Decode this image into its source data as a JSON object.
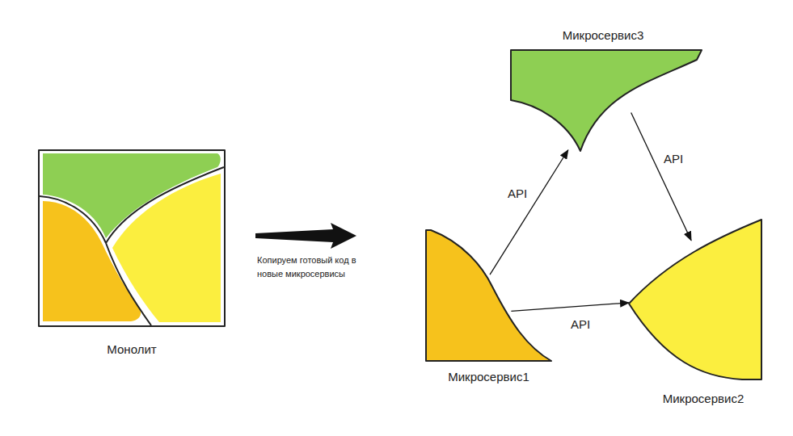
{
  "diagram": {
    "nodes": [
      {
        "text": [
          "Монолит"
        ]
      },
      {
        "text": [
          "Микросервис3"
        ]
      },
      {
        "text": [
          "Микросервис1"
        ]
      },
      {
        "text": [
          "Микросервис2"
        ]
      }
    ],
    "edges": [
      {
        "from": 2,
        "to": 1,
        "arrow": "to",
        "label": "API"
      },
      {
        "from": 1,
        "to": 3,
        "arrow": "to",
        "label": "API"
      },
      {
        "from": 2,
        "to": 3,
        "arrow": "to",
        "label": "API"
      }
    ],
    "labels": [
      "Копируем готовый код в новые микросервисы"
    ]
  }
}
